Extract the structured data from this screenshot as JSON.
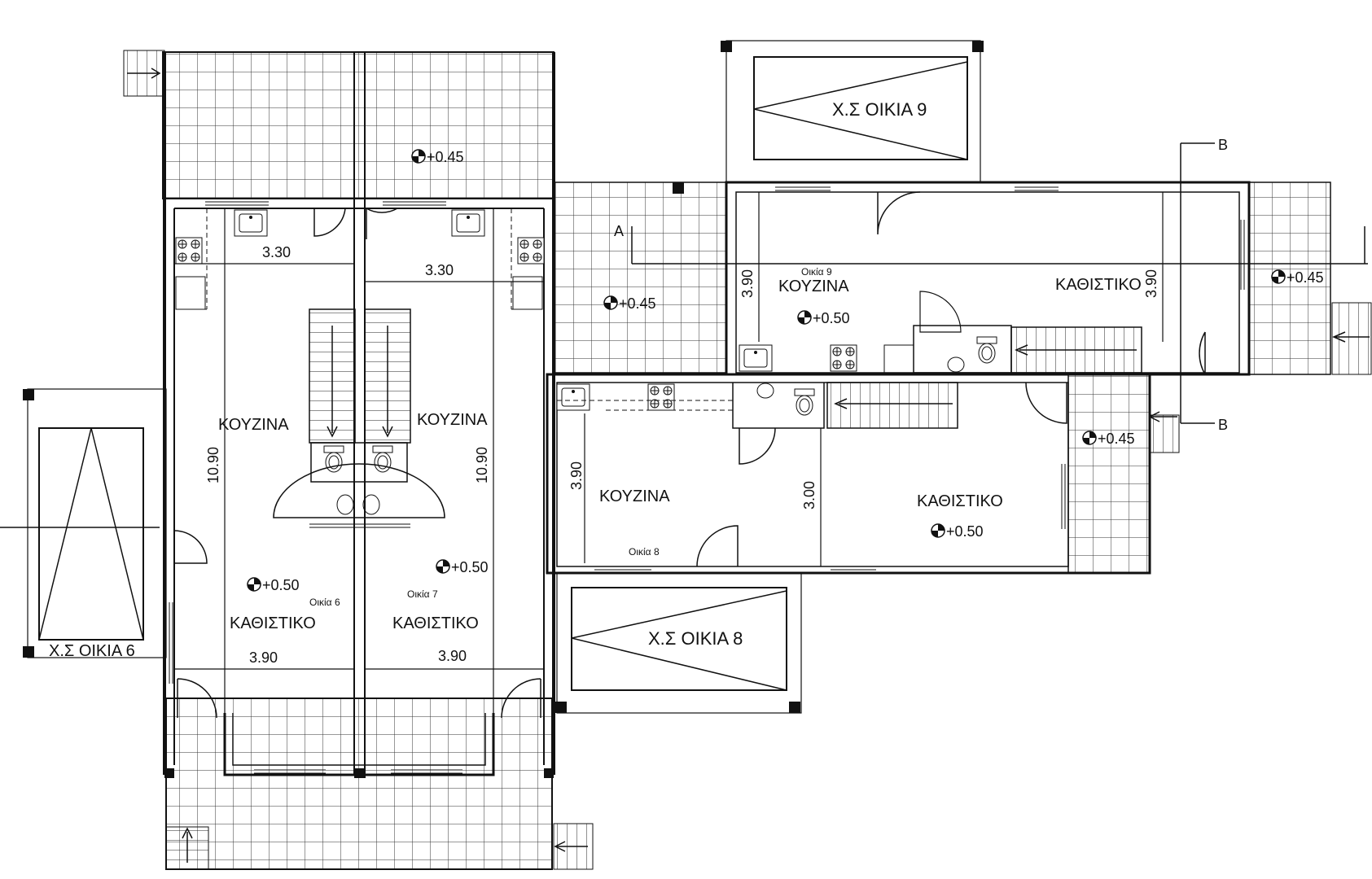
{
  "labels": {
    "carport_9": "Χ.Σ ΟΙΚΙΑ 9",
    "carport_8": "Χ.Σ ΟΙΚΙΑ 8",
    "carport_6": "Χ.Σ ΟΙΚΙΑ 6",
    "kitchen": "ΚΟΥΖΙΝΑ",
    "living": "ΚΑΘΙΣΤΙΚΟ",
    "house_6": "Οικία 6",
    "house_7": "Οικία 7",
    "house_8": "Οικία 8",
    "house_9": "Οικία 9",
    "section_a": "A",
    "section_b": "B"
  },
  "levels": {
    "terrace": "+0.45",
    "floor": "+0.50"
  },
  "dims": {
    "d330": "3.30",
    "d390": "3.90",
    "d1090": "10.90",
    "d300": "3.00"
  },
  "colors": {
    "line": "#111111",
    "tile": "#222222",
    "background": "#ffffff"
  }
}
